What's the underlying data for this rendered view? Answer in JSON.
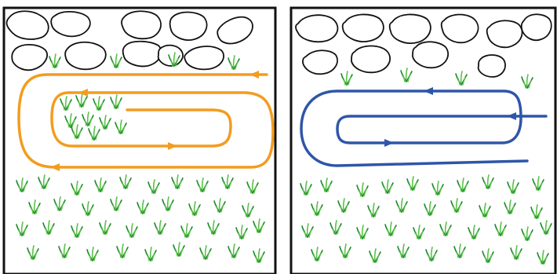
{
  "diagram": {
    "panels": [
      {
        "id": "left",
        "path_style": "rounded-spiral",
        "path_color": "#f39c1f",
        "rock_count": 10,
        "grass_density": "dense"
      },
      {
        "id": "right",
        "path_style": "hairpin-loop",
        "path_color": "#2e56a8",
        "rock_count": 10,
        "grass_density": "dense"
      }
    ],
    "colors": {
      "frame": "#111111",
      "rock_stroke": "#111111",
      "grass_dark": "#1a8a2a",
      "grass_light": "#5cc24a"
    },
    "icons": [
      "rock-icon",
      "grass-tuft-icon",
      "arrow-icon"
    ]
  }
}
